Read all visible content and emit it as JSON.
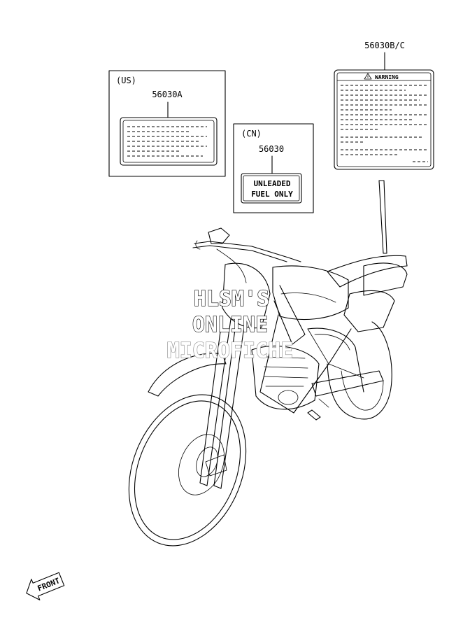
{
  "diagram": {
    "callouts": {
      "us": {
        "region": "(US)",
        "part_number": "56030A"
      },
      "cn": {
        "region": "(CN)",
        "part_number": "56030",
        "label_line1": "UNLEADED",
        "label_line2": "FUEL ONLY"
      },
      "warning": {
        "part_number": "56030B/C",
        "header": "WARNING"
      }
    },
    "watermark": {
      "line1": "HLSM'S",
      "line2": "ONLINE",
      "line3": "MICROFICHE"
    },
    "front_arrow": {
      "label": "FRONT"
    }
  }
}
